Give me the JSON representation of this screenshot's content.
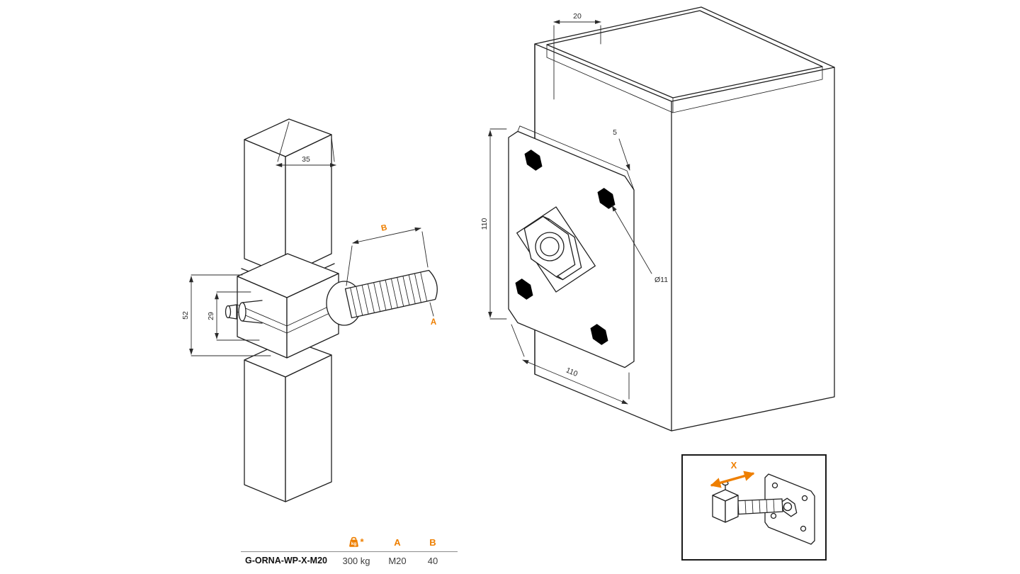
{
  "colors": {
    "accent": "#EE7F00",
    "line": "#1f1f1f",
    "background": "#ffffff"
  },
  "left_drawing": {
    "dim_width": "35",
    "dim_total_height": "52",
    "dim_inner_height": "29",
    "dim_thread_length": "B",
    "label_thread": "A"
  },
  "right_drawing": {
    "dim_offset": "20",
    "dim_thickness": "5",
    "dim_plate_height": "110",
    "dim_plate_width": "110",
    "dim_hole": "Ø11"
  },
  "inset": {
    "adjustment_label": "X"
  },
  "spec_table": {
    "product_code": "G-ORNA-WP-X-M20",
    "weight_unit_label": "kg",
    "weight_asterisk": "*",
    "col_a_header": "A",
    "col_b_header": "B",
    "weight_value": "300 kg",
    "a_value": "M20",
    "b_value": "40"
  }
}
